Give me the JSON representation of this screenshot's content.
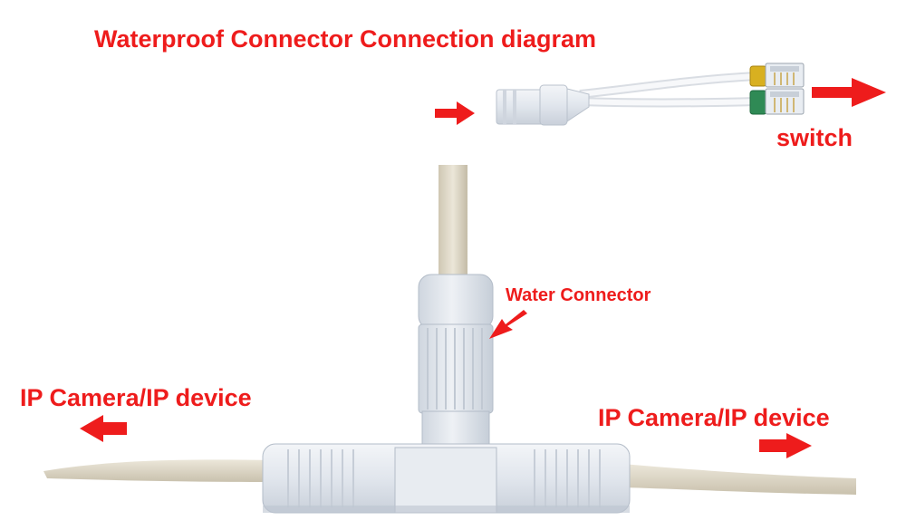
{
  "title": "Waterproof Connector Connection diagram",
  "labels": {
    "switch": "switch",
    "water_connector": "Water Connector",
    "ip_device_left": "IP Camera/IP device",
    "ip_device_right": "IP Camera/IP device"
  },
  "colors": {
    "label_red": "#ee1c1c",
    "cable": "#ddd6c4",
    "connector_body": "#e6eaf0",
    "plug_yellow": "#d8b020",
    "plug_green": "#2f8a55"
  }
}
